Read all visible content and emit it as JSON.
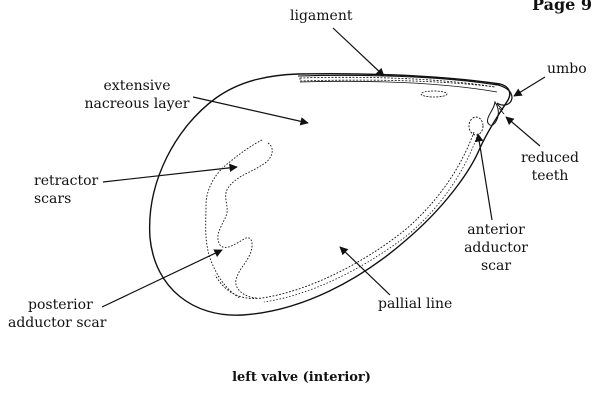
{
  "page_header": "Page 9",
  "labels": {
    "ligament": "ligament",
    "umbo": "umbo",
    "extensive_nacreous_line1": "extensive",
    "extensive_nacreous_line2": "nacreous layer",
    "reduced_teeth_line1": "reduced",
    "reduced_teeth_line2": "teeth",
    "retractor_scars_line1": "retractor",
    "retractor_scars_line2": "scars",
    "anterior_adductor_line1": "anterior",
    "anterior_adductor_line2": "adductor",
    "anterior_adductor_line3": "scar",
    "posterior_adductor_line1": "posterior",
    "posterior_adductor_line2": "adductor scar",
    "pallial_line": "pallial line"
  },
  "caption": "left valve (interior)"
}
